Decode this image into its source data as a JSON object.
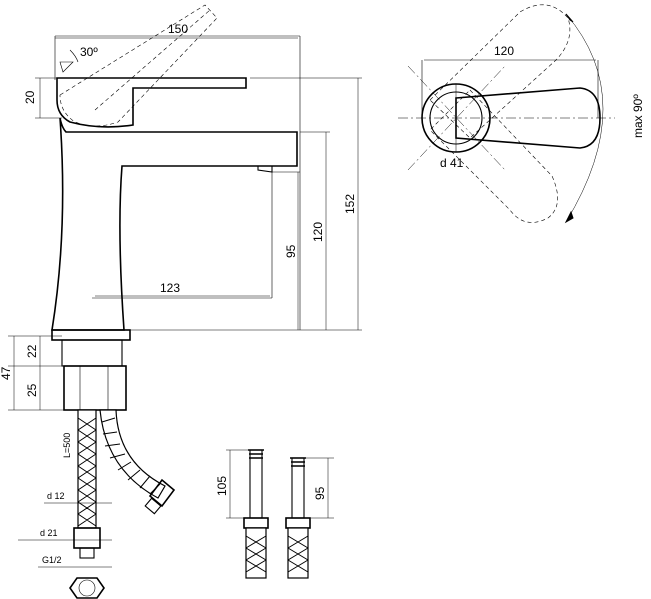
{
  "front_view": {
    "dim_total_reach": "150",
    "dim_lever_angle": "30º",
    "dim_lever_height": "20",
    "dim_spout_reach": "123",
    "dim_outlet_height": "95",
    "dim_spout_height": "120",
    "dim_total_height": "152"
  },
  "base": {
    "dim_base_total": "47",
    "dim_base_upper": "22",
    "dim_base_lower": "25"
  },
  "hose": {
    "length": "L=500",
    "d_inner": "d 12",
    "d_outer": "d 21",
    "thread": "G1/2"
  },
  "top_view": {
    "dim_lever_length": "120",
    "dim_body_diameter": "d 41",
    "rotation": "max 90º"
  },
  "studs": {
    "left_length": "105",
    "right_length": "95"
  }
}
